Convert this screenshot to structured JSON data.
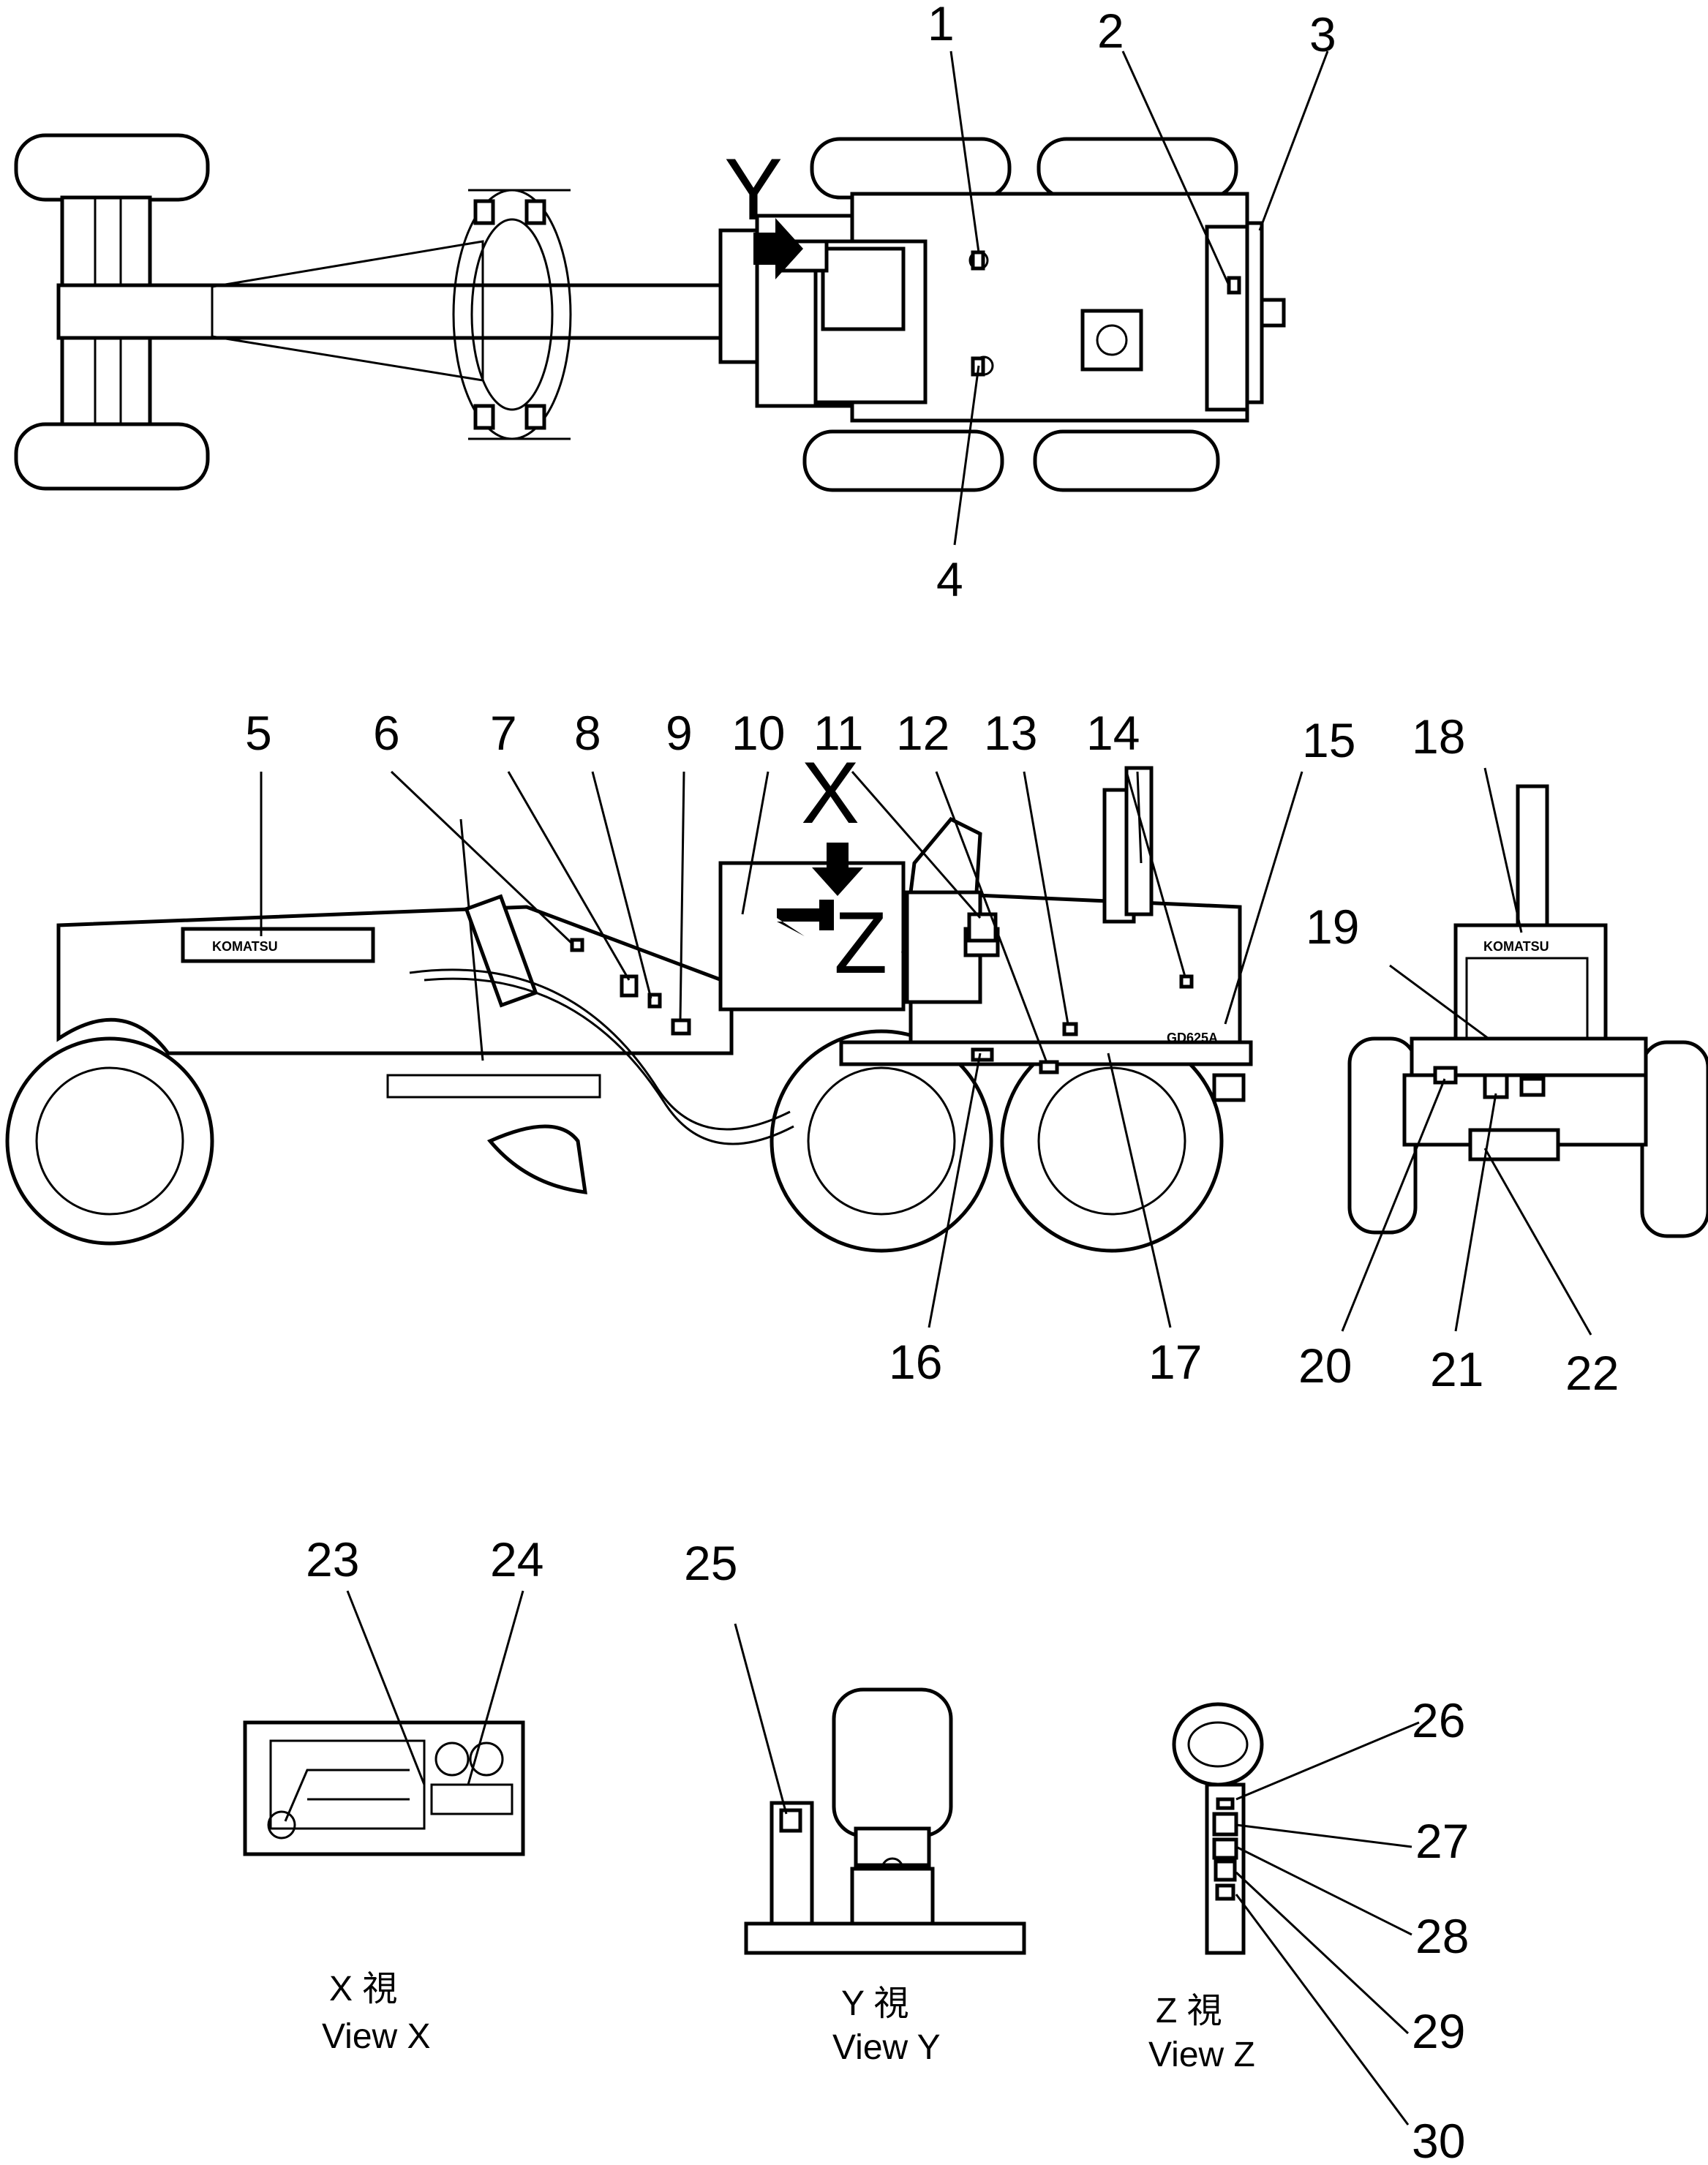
{
  "callouts": [
    "1",
    "2",
    "3",
    "4",
    "5",
    "6",
    "7",
    "8",
    "9",
    "10",
    "11",
    "12",
    "13",
    "14",
    "15",
    "16",
    "17",
    "18",
    "19",
    "20",
    "21",
    "22",
    "23",
    "24",
    "25",
    "26",
    "27",
    "28",
    "29",
    "30"
  ],
  "view_markers": {
    "y": "Y",
    "x": "X",
    "z": "Z"
  },
  "badges": {
    "side_logo": "KOMATSU",
    "model": "GD625A",
    "rear_logo": "KOMATSU"
  },
  "captions": {
    "view_x": {
      "kanji": "X 視",
      "english": "View X"
    },
    "view_y": {
      "kanji": "Y 視",
      "english": "View Y"
    },
    "view_z": {
      "kanji": "Z 視",
      "english": "View Z"
    }
  }
}
